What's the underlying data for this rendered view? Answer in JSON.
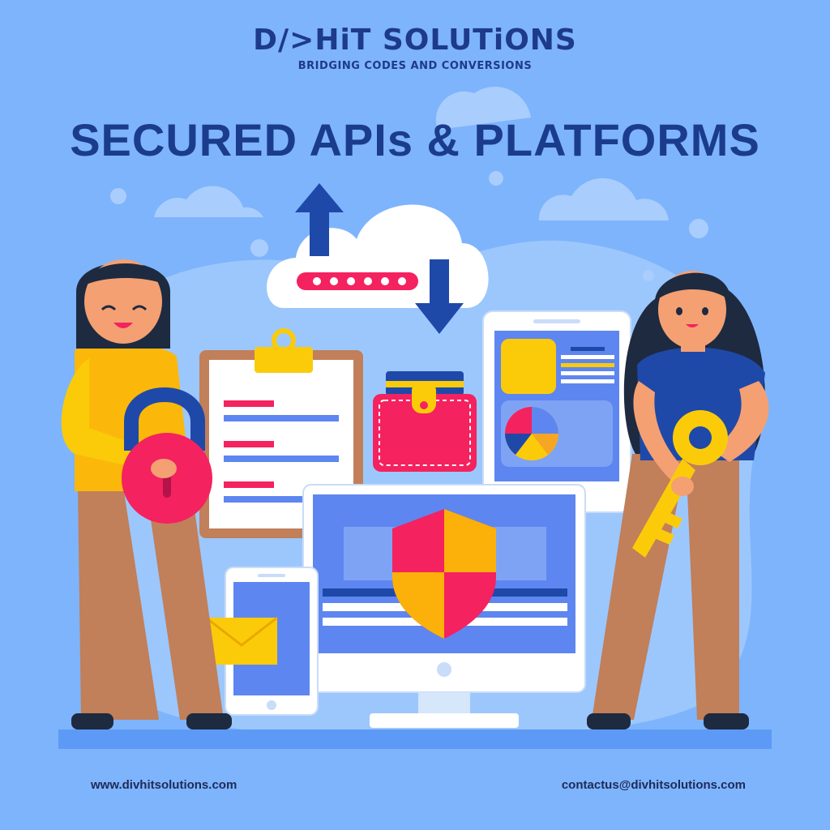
{
  "brand": {
    "name": "D/>HiT SOLUTiONS",
    "tagline": "BRIDGING CODES AND CONVERSIONS"
  },
  "headline": "SECURED APIs & PLATFORMS",
  "footer": {
    "website": "www.divhitsolutions.com",
    "email": "contactus@divhitsolutions.com"
  },
  "colors": {
    "background": "#7eb4fb",
    "brand_navy": "#1e3a8a",
    "accent_pink": "#f4225f",
    "accent_yellow": "#fbcb0a",
    "screen_blue": "#5e86f0"
  },
  "icons": [
    "cloud-icon",
    "upload-arrow-icon",
    "download-arrow-icon",
    "password-field-icon",
    "clipboard-icon",
    "wallet-icon",
    "tablet-icon",
    "pie-chart-icon",
    "monitor-icon",
    "shield-icon",
    "phone-icon",
    "envelope-icon",
    "padlock-icon",
    "key-icon"
  ]
}
